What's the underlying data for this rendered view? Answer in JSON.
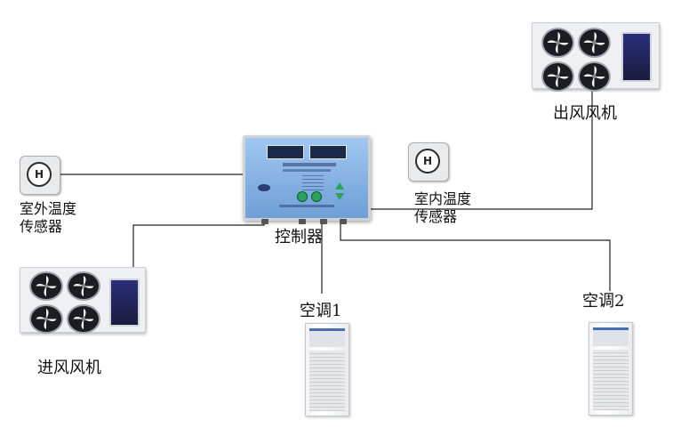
{
  "labels": {
    "exhaust_fan": "出风风机",
    "intake_fan": "进风风机",
    "controller": "控制器",
    "outdoor_sensor": [
      "室外温度",
      "传感器"
    ],
    "indoor_sensor": [
      "室内温度",
      "传感器"
    ],
    "ac1": "空调1",
    "ac2": "空调2"
  },
  "sensor_glyph": "H",
  "icons": {
    "fan": "fan-icon",
    "sensor": "temperature-sensor-icon",
    "controller": "controller-box",
    "ac": "air-conditioner-icon"
  },
  "colors": {
    "wire": "#222222",
    "controller_body": "#8db6e6",
    "fan_blade": "#1b1d22",
    "fan_panel": "#242860",
    "ac_trim": "#4a6fb0"
  }
}
